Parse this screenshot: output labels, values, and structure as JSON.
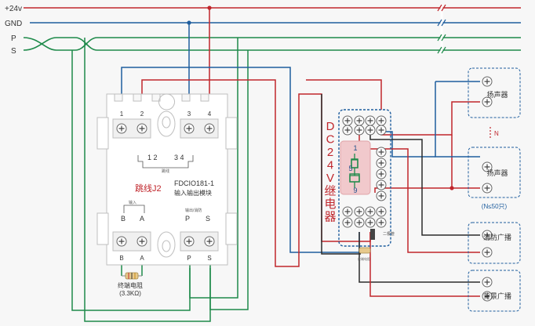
{
  "bus": {
    "v24": "+24v",
    "gnd": "GND",
    "p": "P",
    "s": "S"
  },
  "module": {
    "top_terminals": [
      "1",
      "2",
      "3",
      "4"
    ],
    "bottom_terminals": [
      "B",
      "A",
      "P",
      "S"
    ],
    "j_left": "1  2",
    "j_right": "3  4",
    "j_small": "跳线",
    "jumper_label": "跳线J2",
    "model": "FDCIO181-1",
    "model_desc": "输入输出模块",
    "in_small": "输入",
    "out_small": "输出/消防",
    "ba_b": "B",
    "ba_a": "A",
    "ps_p": "P",
    "ps_s": "S"
  },
  "resistor": {
    "line1": "终端电阻",
    "line2": "(3.3KΩ)"
  },
  "relay": {
    "title_chars": [
      "D",
      "C",
      "2",
      "4",
      "V",
      "继",
      "电",
      "器"
    ],
    "pin_top": "1",
    "pin_mid": "5",
    "pin_bot": "9",
    "diode_label": "二极管",
    "small_label": "终端电阻"
  },
  "devices": {
    "speaker1": "扬声器",
    "n_label": "N",
    "speaker2": "扬声器",
    "n_note": "(N≤50只)",
    "fire": "消防广播",
    "bgm": "背景广播"
  },
  "colors": {
    "red": "#c0262c",
    "blue": "#1f5e9e",
    "green": "#1e8a4a",
    "black": "#2b2b2b"
  }
}
